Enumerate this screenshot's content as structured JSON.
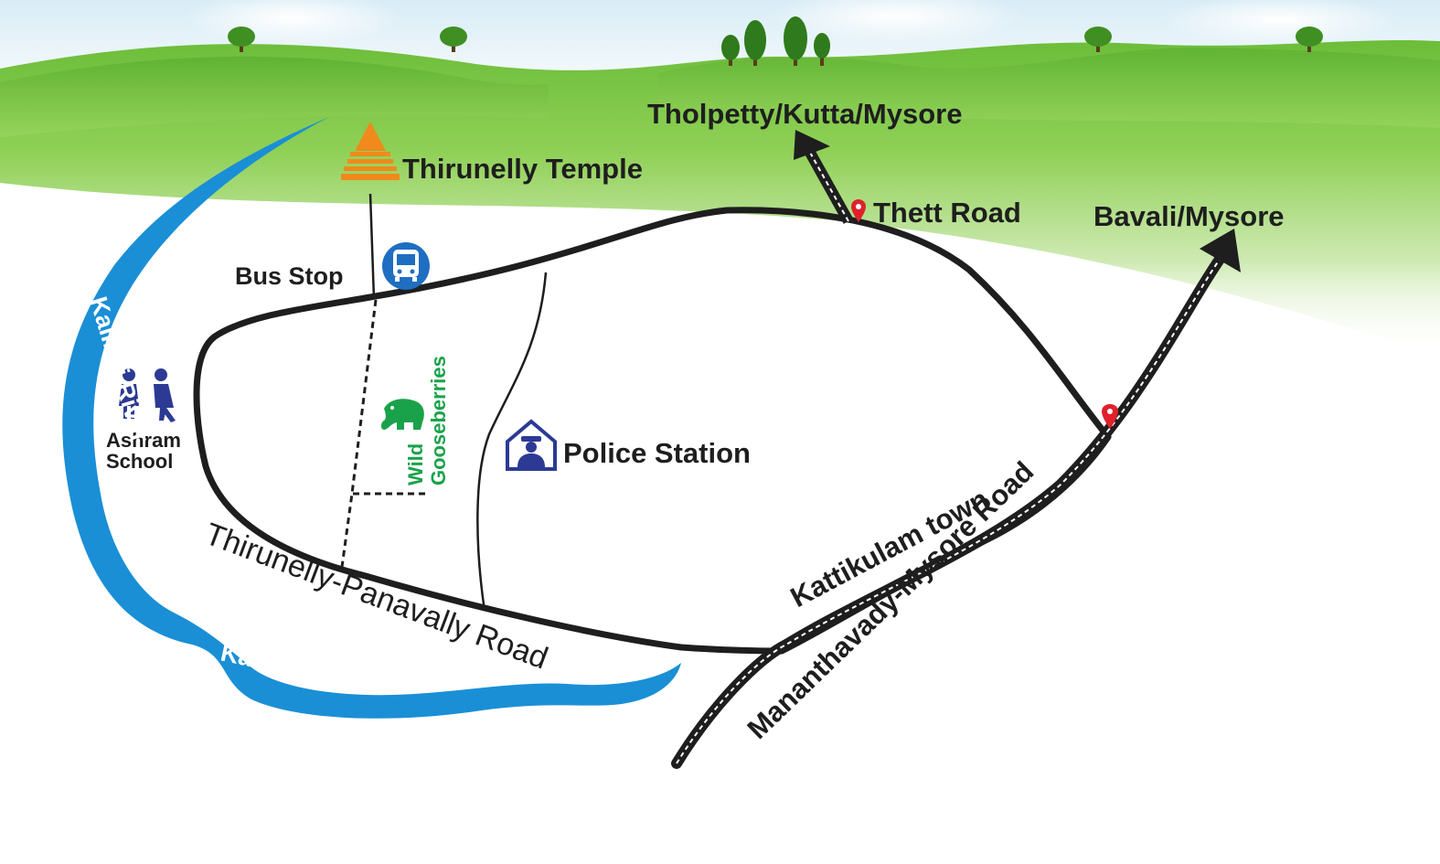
{
  "places": {
    "temple": "Thirunelly Temple",
    "bus_stop": "Bus Stop",
    "ashram_line1": "Ashram",
    "ashram_line2": "School",
    "wild_line1": "Wild",
    "wild_line2": "Gooseberries",
    "police": "Police Station",
    "thett_road": "Thett Road",
    "kattikulam": "Kattikulam town"
  },
  "roads": {
    "panavally": "Thirunelly-Panavally Road",
    "mysore_road": "Mananthavady-Mysore Road"
  },
  "directions": {
    "tholpetty": "Tholpetty/Kutta/Mysore",
    "bavali": "Bavali/Mysore"
  },
  "river": {
    "label_vertical": "Kalindi River",
    "label_bottom": "Kalindi River"
  },
  "colors": {
    "river": "#1a8fd6",
    "road": "#1e1e1e",
    "temple": "#f08a1c",
    "icon_blue": "#2c3a94",
    "bus_circle": "#1f6ec2",
    "marker": "#e0212c",
    "forest": "#1aa24a",
    "grass": "#7ec845"
  },
  "icons": {
    "temple": "temple-icon",
    "bus": "bus-icon",
    "school": "school-children-icon",
    "elephant": "elephant-icon",
    "police": "police-station-icon",
    "marker": "map-pin-icon"
  }
}
